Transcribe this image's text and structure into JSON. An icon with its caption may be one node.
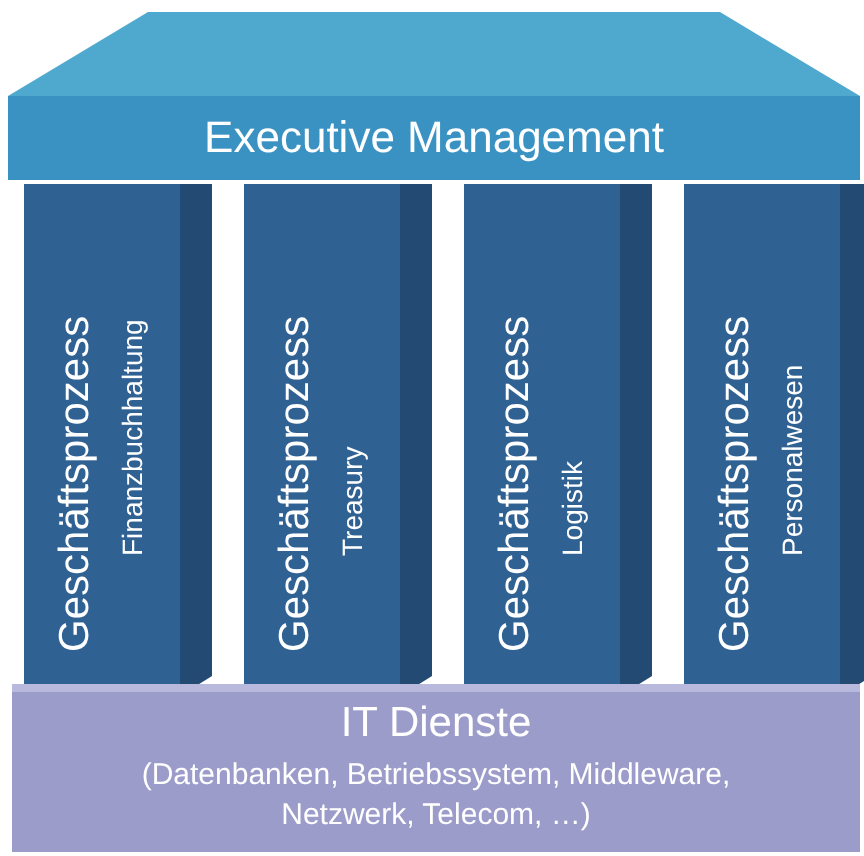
{
  "diagram": {
    "nodes": [
      {
        "text": [
          "Executive Management"
        ]
      },
      {
        "text": [
          "Geschäftsprozess",
          "Finanzbuchhaltung"
        ]
      },
      {
        "text": [
          "Geschäftsprozess",
          "Treasury"
        ]
      },
      {
        "text": [
          "Geschäftsprozess",
          "Logistik"
        ]
      },
      {
        "text": [
          "Geschäftsprozess",
          "Personalwesen"
        ]
      },
      {
        "text": [
          "IT Dienste",
          "(Datenbanken, Betriebssystem, Middleware, Netzwerk, Telecom, …)"
        ]
      }
    ]
  }
}
